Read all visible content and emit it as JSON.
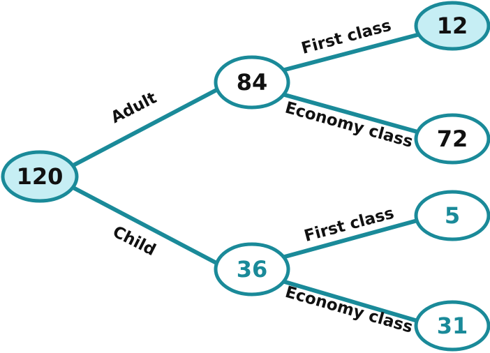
{
  "colors": {
    "stroke": "#1a8a99",
    "highlight_fill": "#c6eef4",
    "plain_fill": "#ffffff",
    "text_dark": "#111111",
    "text_teal": "#1a8a99"
  },
  "tree": {
    "root": {
      "value": "120",
      "style": "highlight"
    },
    "adult": {
      "branch_label": "Adult",
      "node": {
        "value": "84",
        "style": "plain"
      },
      "first_class": {
        "branch_label": "First class",
        "node": {
          "value": "12",
          "style": "highlight"
        }
      },
      "economy_class": {
        "branch_label": "Economy class",
        "node": {
          "value": "72",
          "style": "plain"
        }
      }
    },
    "child": {
      "branch_label": "Child",
      "node": {
        "value": "36",
        "style": "teal"
      },
      "first_class": {
        "branch_label": "First class",
        "node": {
          "value": "5",
          "style": "teal"
        }
      },
      "economy_class": {
        "branch_label": "Economy class",
        "node": {
          "value": "31",
          "style": "teal"
        }
      }
    }
  }
}
